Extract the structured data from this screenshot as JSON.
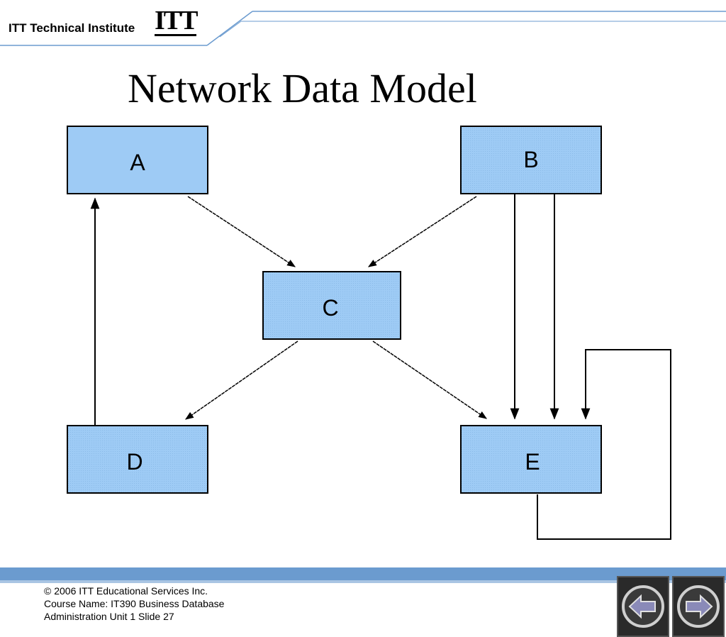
{
  "header": {
    "institute_name": "ITT Technical Institute",
    "logo_mark": "ITT"
  },
  "slide": {
    "title": "Network Data Model"
  },
  "diagram": {
    "nodes": [
      {
        "id": "A",
        "label": "A"
      },
      {
        "id": "B",
        "label": "B"
      },
      {
        "id": "C",
        "label": "C"
      },
      {
        "id": "D",
        "label": "D"
      },
      {
        "id": "E",
        "label": "E"
      }
    ],
    "edges": [
      {
        "from": "A",
        "to": "C"
      },
      {
        "from": "B",
        "to": "C"
      },
      {
        "from": "C",
        "to": "D"
      },
      {
        "from": "C",
        "to": "E"
      },
      {
        "from": "D",
        "to": "A"
      },
      {
        "from": "B",
        "to": "E"
      },
      {
        "from": "B",
        "to": "E"
      },
      {
        "from": "E",
        "to": "E"
      }
    ],
    "box_fill": "#9ecbf5",
    "line_color": "#000000"
  },
  "footer": {
    "line1": "© 2006 ITT Educational Services Inc.",
    "line2": "Course Name: IT390 Business Database",
    "line3": "Administration Unit 1 Slide 27",
    "bar_color": "#6b9bcf"
  },
  "navigation": {
    "prev_icon": "left-arrow-icon",
    "next_icon": "right-arrow-icon"
  }
}
